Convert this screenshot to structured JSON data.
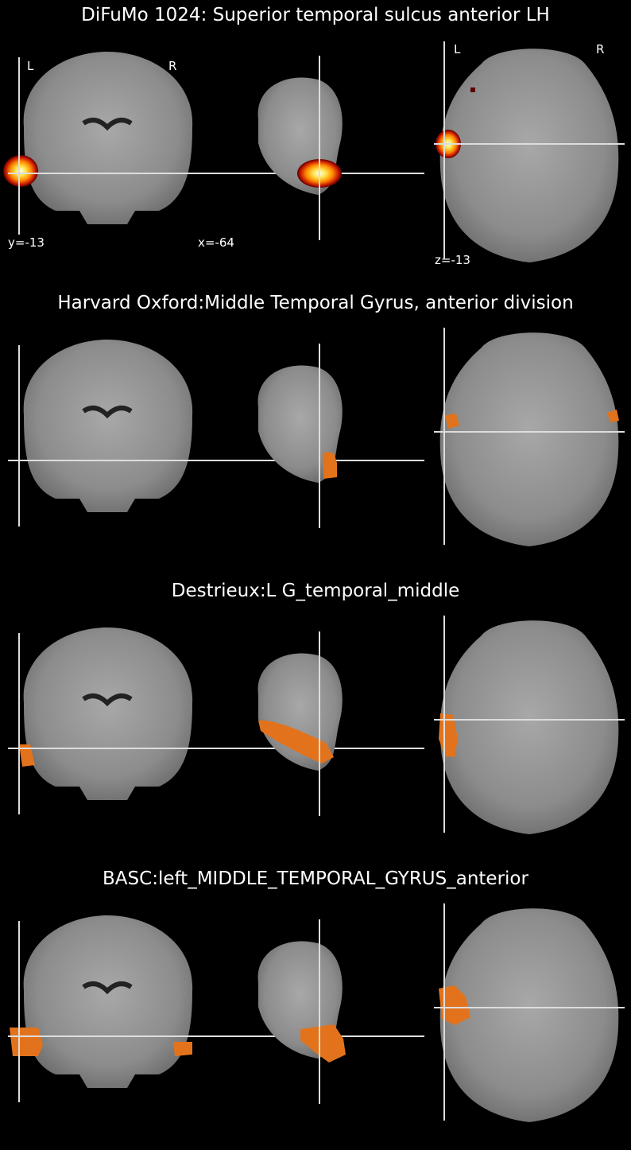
{
  "panels": [
    {
      "title": "DiFuMo 1024: Superior temporal sulcus anterior LH",
      "overlay": "heat",
      "labels": {
        "left": "L",
        "right": "R",
        "coronal_coord": "y=-13",
        "sagittal_coord": "x=-64",
        "axial_coord": "z=-13"
      }
    },
    {
      "title": "Harvard Oxford:Middle Temporal Gyrus, anterior division",
      "overlay": "orange"
    },
    {
      "title": "Destrieux:L G_temporal_middle",
      "overlay": "orange"
    },
    {
      "title": "BASC:left_MIDDLE_TEMPORAL_GYRUS_anterior",
      "overlay": "orange"
    }
  ],
  "colors": {
    "background": "#000000",
    "brain_gray": "#8a8a8a",
    "crosshair": "#ffffff",
    "overlay_orange": "#e2731c",
    "heat_core": "#ffffcc",
    "heat_mid": "#ffcc00",
    "heat_outer": "#cc1a00"
  }
}
